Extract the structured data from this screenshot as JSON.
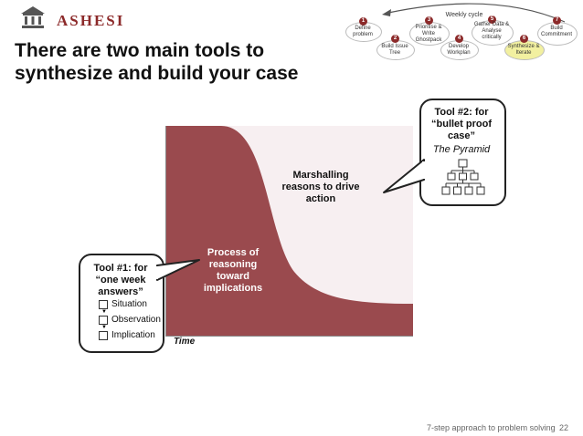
{
  "header": {
    "logo_text": "ASHESI",
    "title_line1": "There are two main tools to",
    "title_line2": "synthesize and build your case"
  },
  "cycle": {
    "weekly_label": "Weekly cycle",
    "steps": [
      {
        "num": "1",
        "label": "Define problem"
      },
      {
        "num": "2",
        "label": "Build Issue Tree"
      },
      {
        "num": "3",
        "label": "Prioritise & Write Ghostpack"
      },
      {
        "num": "4",
        "label": "Develop Workplan"
      },
      {
        "num": "5",
        "label": "Gather Data & Analyse critically"
      },
      {
        "num": "6",
        "label": "Synthesize & Iterate"
      },
      {
        "num": "7",
        "label": "Build Commitment"
      }
    ]
  },
  "diagram": {
    "upper_label": "Marshalling reasons to drive action",
    "lower_label": "Process of reasoning toward implications",
    "time_label": "Time"
  },
  "tool1": {
    "title": "Tool #1: for “one week answers”",
    "items": [
      "Situation",
      "Observation",
      "Implication"
    ]
  },
  "tool2": {
    "title": "Tool #2: for “bullet proof case”",
    "subtitle": "The Pyramid"
  },
  "footer": {
    "caption": "7-step approach to problem solving",
    "page": "22"
  },
  "colors": {
    "brand": "#8c2a2a",
    "curve_fill": "#9a4a4e",
    "upper_fill": "#f7eff1",
    "highlight": "#f2f0a0"
  }
}
